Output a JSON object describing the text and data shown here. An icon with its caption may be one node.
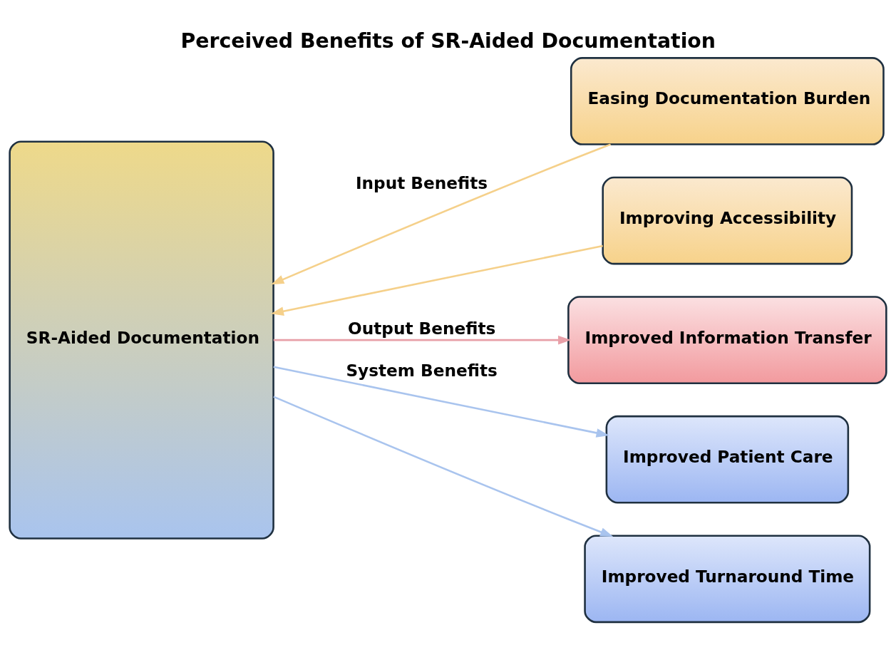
{
  "diagram": {
    "title": "Perceived Benefits of SR-Aided Documentation",
    "nodes": [
      {
        "text": [
          "SR-Aided Documentation"
        ]
      },
      {
        "text": [
          "Easing Documentation Burden"
        ]
      },
      {
        "text": [
          "Improving Accessibility"
        ]
      },
      {
        "text": [
          "Improved Information Transfer"
        ]
      },
      {
        "text": [
          "Improved Patient Care"
        ]
      },
      {
        "text": [
          "Improved Turnaround Time"
        ]
      }
    ],
    "edges": [
      {
        "from": 1,
        "to": 0,
        "arrow": "to",
        "label": "Input Benefits",
        "color": "#f5d08a"
      },
      {
        "from": 2,
        "to": 0,
        "arrow": "to",
        "color": "#f5d08a"
      },
      {
        "from": 0,
        "to": 3,
        "arrow": "to",
        "label": "Output Benefits",
        "color": "#e8a0a8"
      },
      {
        "from": 0,
        "to": 4,
        "arrow": "to",
        "label": "System Benefits",
        "color": "#a9c4ee"
      },
      {
        "from": 0,
        "to": 5,
        "arrow": "to",
        "color": "#a9c4ee"
      }
    ]
  }
}
